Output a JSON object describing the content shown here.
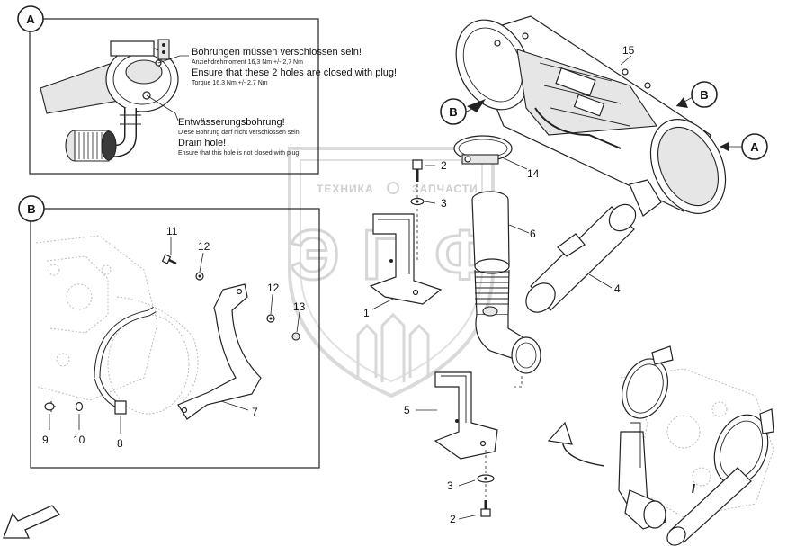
{
  "detail_a": {
    "badge": "A",
    "note1_title": "Bohrungen müssen verschlossen sein!",
    "note1_line2": "Anziehdrehmoment 16,3 Nm +/- 2,7 Nm",
    "note1_title_en": "Ensure that these 2 holes are closed with plug!",
    "note1_line2_en": "Torque 16,3 Nm +/- 2,7 Nm",
    "note2_title": "Entwässerungsbohrung!",
    "note2_line2": "Diese Bohrung darf nicht verschlossen sein!",
    "note2_title_en": "Drain hole!",
    "note2_line2_en": "Ensure that this hole is not closed with plug!"
  },
  "detail_b": {
    "badge": "B",
    "labels": [
      "11",
      "12",
      "12",
      "13",
      "7",
      "9",
      "10",
      "8"
    ]
  },
  "main": {
    "callouts": {
      "b_left": "B",
      "b_right": "B",
      "a_right": "A"
    },
    "labels": [
      "15",
      "2",
      "14",
      "3",
      "6",
      "4",
      "1",
      "5",
      "3",
      "2"
    ]
  },
  "watermark": {
    "top_left": "ТЕХНИКА",
    "top_right": "ЗАПЧАСТИ",
    "big": "ЭПФ"
  },
  "icons": {
    "view_arrow": "arrow-down-left-icon",
    "rotate_arrow": "curved-arrow-icon"
  }
}
